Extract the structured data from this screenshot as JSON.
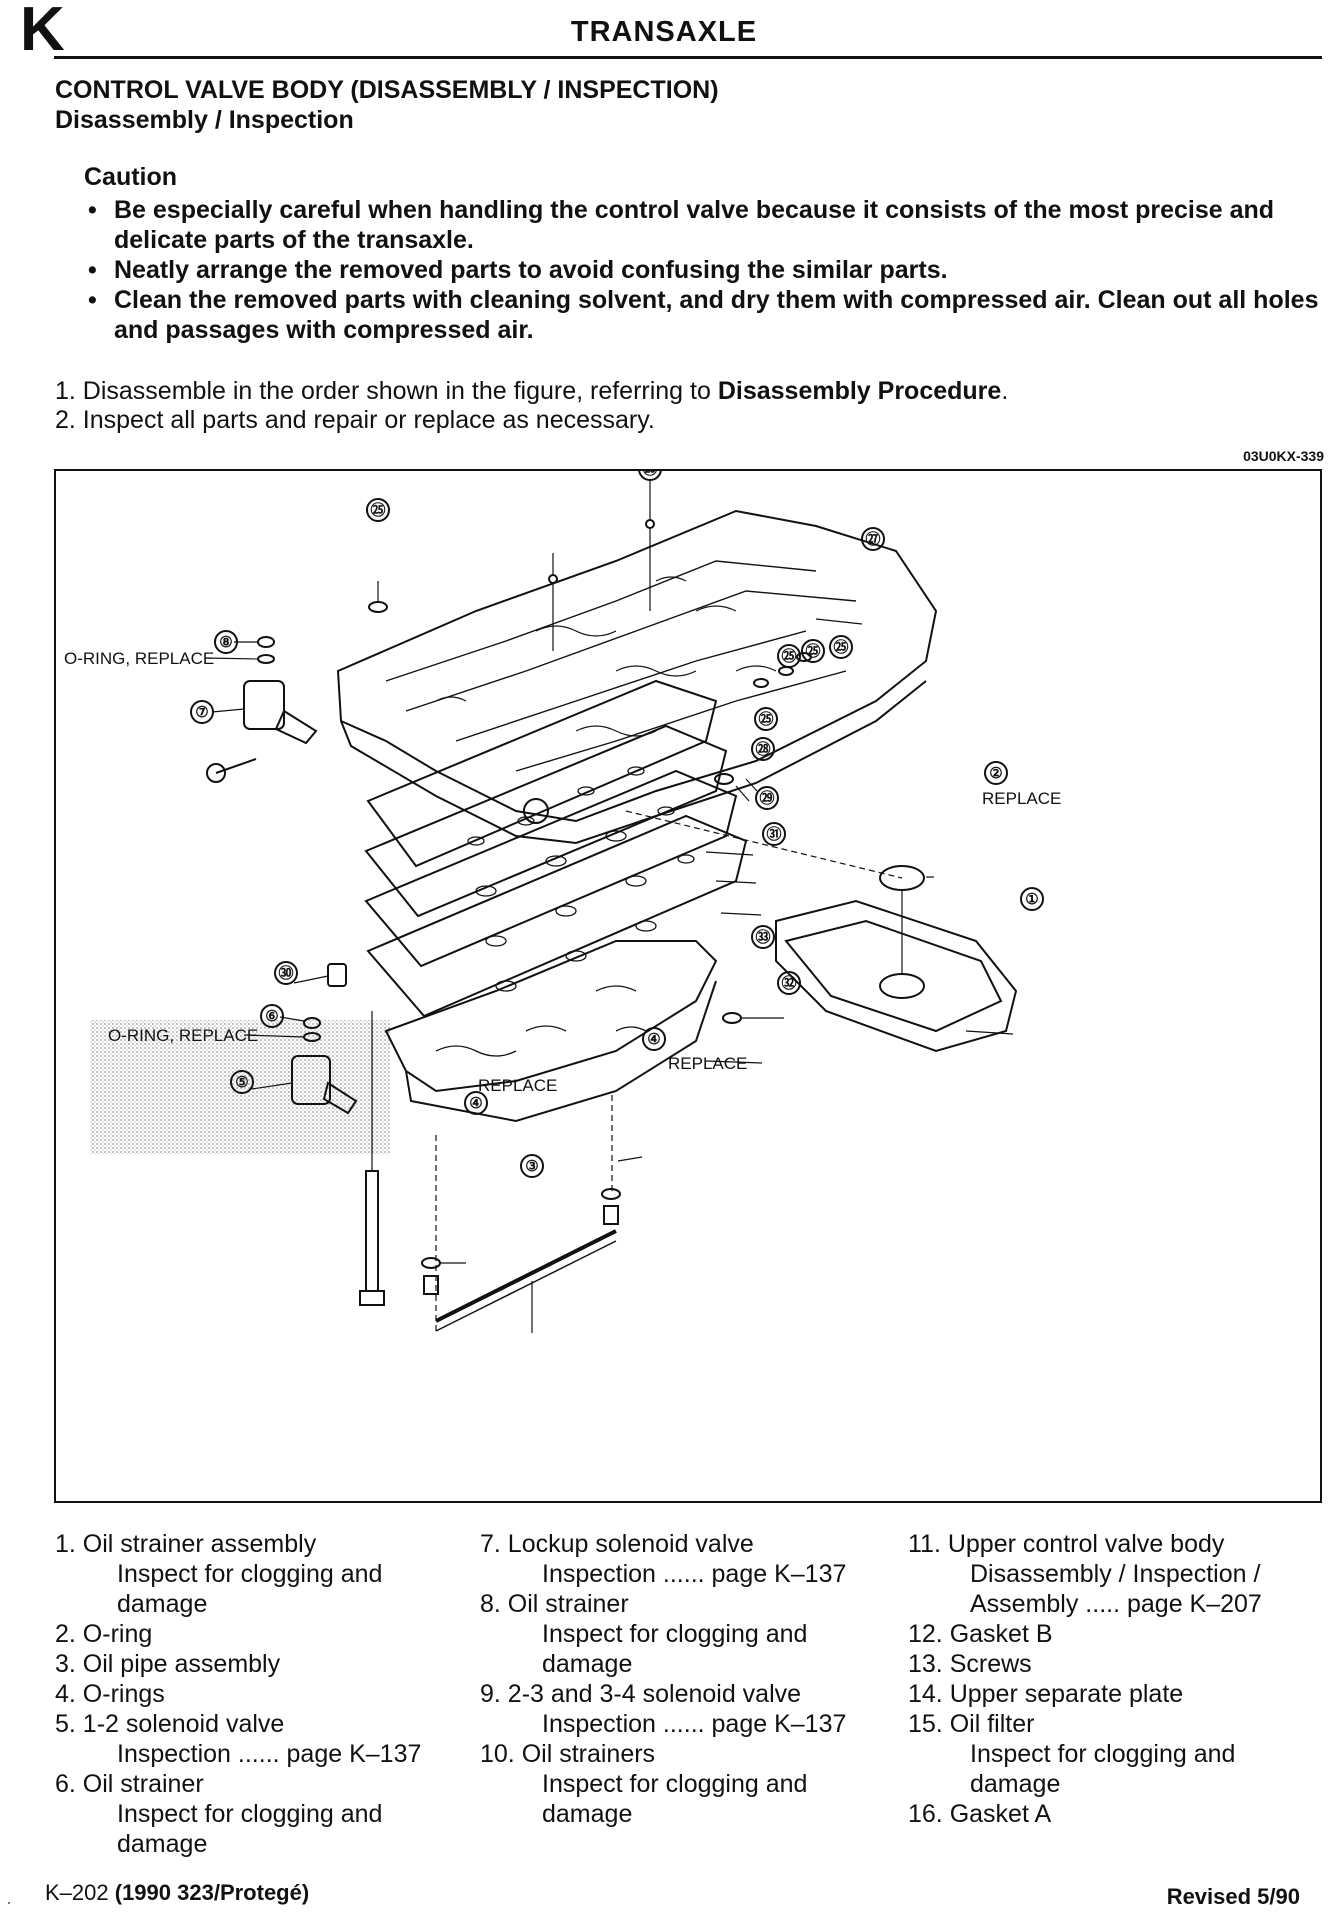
{
  "header": {
    "section_letter": "K",
    "title": "TRANSAXLE"
  },
  "title": {
    "main": "CONTROL VALVE BODY (DISASSEMBLY / INSPECTION)",
    "sub": "Disassembly / Inspection"
  },
  "caution": {
    "label": "Caution",
    "items": [
      "Be especially careful when handling the control valve because it consists of the most precise and delicate parts of the transaxle.",
      "Neatly arrange the removed parts to avoid confusing the similar parts.",
      "Clean the removed parts with cleaning solvent, and dry them with compressed air. Clean out all holes and passages with compressed air."
    ]
  },
  "steps": {
    "s1_pre": "1. Disassemble in the order shown in the figure, referring to ",
    "s1_bold": "Disassembly Procedure",
    "s1_post": ".",
    "s2": "2. Inspect all parts and repair or replace as necessary."
  },
  "figure": {
    "code": "03U0KX-339",
    "labels": {
      "oring_replace": "O-RING, REPLACE",
      "replace": "REPLACE"
    },
    "callouts": [
      "①",
      "②",
      "③",
      "④",
      "⑤",
      "⑥",
      "⑦",
      "⑧",
      "㉕",
      "㉖",
      "㉗",
      "㉘",
      "㉙",
      "㉚",
      "㉛",
      "㉜",
      "㉝"
    ]
  },
  "legend": {
    "col1": [
      {
        "line": "1. Oil strainer assembly",
        "indent": false
      },
      {
        "line": "Inspect for clogging and",
        "indent": true
      },
      {
        "line": "damage",
        "indent": true
      },
      {
        "line": "2. O-ring",
        "indent": false
      },
      {
        "line": "3. Oil pipe assembly",
        "indent": false
      },
      {
        "line": "4. O-rings",
        "indent": false
      },
      {
        "line": "5. 1-2 solenoid valve",
        "indent": false
      },
      {
        "line": "Inspection ...... page K–137",
        "indent": true
      },
      {
        "line": "6. Oil strainer",
        "indent": false
      },
      {
        "line": "Inspect for clogging and",
        "indent": true
      },
      {
        "line": "damage",
        "indent": true
      }
    ],
    "col2": [
      {
        "line": "7. Lockup solenoid valve",
        "indent": false
      },
      {
        "line": "Inspection ...... page K–137",
        "indent": true
      },
      {
        "line": "8. Oil strainer",
        "indent": false
      },
      {
        "line": "Inspect for clogging and",
        "indent": true
      },
      {
        "line": "damage",
        "indent": true
      },
      {
        "line": "9. 2-3 and 3-4 solenoid valve",
        "indent": false
      },
      {
        "line": "Inspection ...... page K–137",
        "indent": true
      },
      {
        "line": "10. Oil strainers",
        "indent": false
      },
      {
        "line": "Inspect for clogging and",
        "indent": true
      },
      {
        "line": "damage",
        "indent": true
      }
    ],
    "col3": [
      {
        "line": "11. Upper control valve body",
        "indent": false
      },
      {
        "line": "Disassembly / Inspection /",
        "indent": true
      },
      {
        "line": "Assembly ..... page K–207",
        "indent": true
      },
      {
        "line": "12. Gasket B",
        "indent": false
      },
      {
        "line": "13. Screws",
        "indent": false
      },
      {
        "line": "14. Upper separate plate",
        "indent": false
      },
      {
        "line": "15. Oil filter",
        "indent": false
      },
      {
        "line": "Inspect for clogging and",
        "indent": true
      },
      {
        "line": "damage",
        "indent": true
      },
      {
        "line": "16. Gasket A",
        "indent": false
      }
    ]
  },
  "footer": {
    "page": "K–202",
    "model": "(1990 323/Protegé)",
    "revised": "Revised 5/90"
  }
}
